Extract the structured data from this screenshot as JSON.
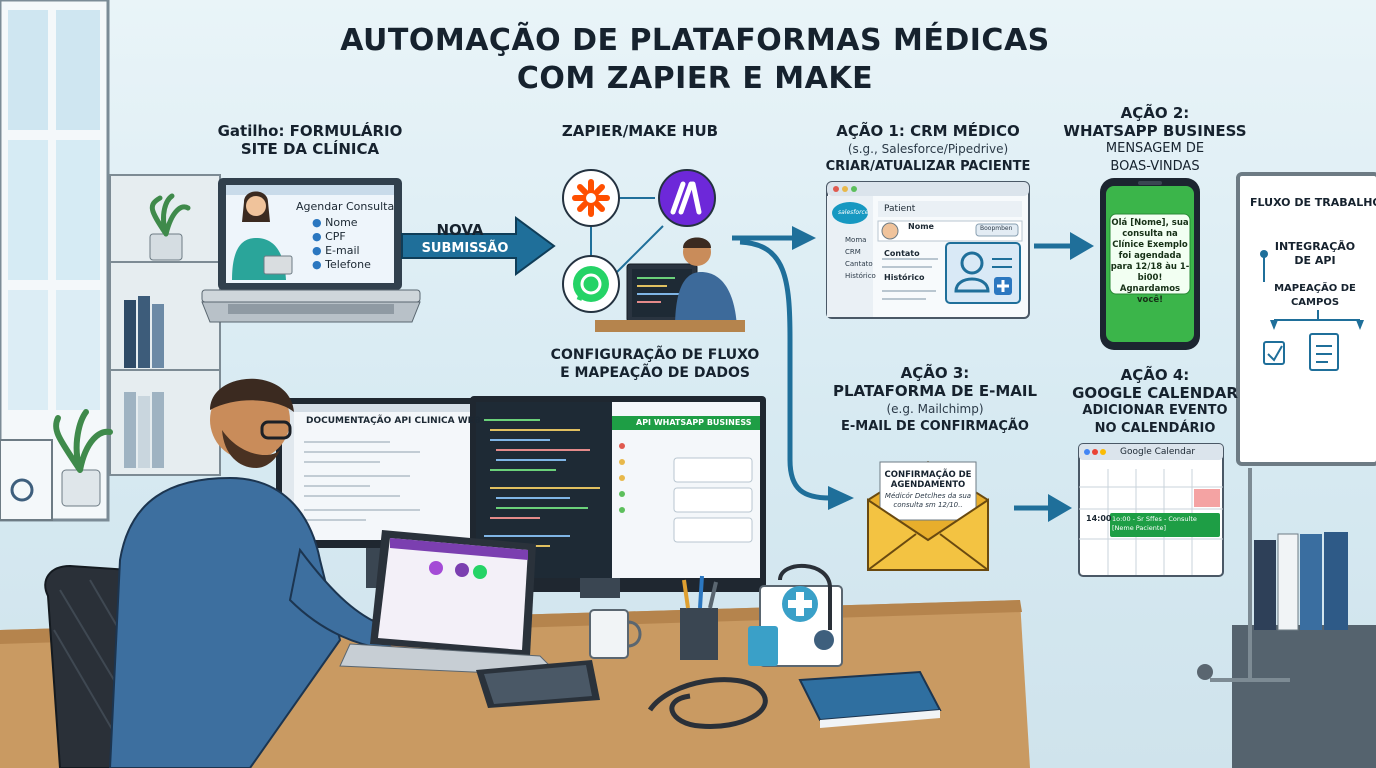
{
  "title": {
    "line1": "AUTOMAÇÃO DE PLATAFORMAS MÉDICAS",
    "line2": "COM ZAPIER E MAKE"
  },
  "trigger": {
    "label1": "Gatilho: FORMULÁRIO",
    "label2": "SITE DA CLÍNICA",
    "form_title": "Agendar Consulta",
    "fields": [
      "Nome",
      "CPF",
      "E-mail",
      "Telefone"
    ]
  },
  "arrow_nova": {
    "line1": "NOVA",
    "line2": "SUBMISSÃO"
  },
  "hub": {
    "label": "ZAPIER/MAKE HUB",
    "config1": "CONFIGURAÇÃO DE FLUXO",
    "config2": "E MAPEAÇÃO DE DADOS"
  },
  "action1": {
    "label1": "AÇÃO 1: CRM MÉDICO",
    "label2": "(s.g., Salesforce/Pipedrive)",
    "label3": "CRIAR/ATUALIZAR PACIENTE",
    "window_title": "Patient",
    "brand": "salesforce",
    "menu": [
      "Moma",
      "CRM",
      "Cantato",
      "Histórico"
    ],
    "field_nome": "Nome",
    "field_btn": "Boopmben",
    "field_contato": "Contato",
    "field_historico": "Histórico"
  },
  "action2": {
    "label1": "AÇÃO 2:",
    "label2": "WHATSAPP BUSINESS",
    "label3": "MENSAGEM DE",
    "label4": "BOAS-VINDAS",
    "message": "Olá [Nome], sua consulta na Clínice Exemplo foi agendada para 12/18 àu 1-bi00! Agnardamos você!"
  },
  "action3": {
    "label1": "AÇÃO 3:",
    "label2": "PLATAFORMA DE E-MAIL",
    "label3": "(e.g. Mailchimp)",
    "label4": "E-MAIL DE CONFIRMAÇÃO",
    "letter1": "CONFIRMAÇÃO DE",
    "letter2": "AGENDAMENTO",
    "letter3": "Médicór Detclhes da sua",
    "letter4": "consulta sm 12/10.."
  },
  "action4": {
    "label1": "AÇÃO 4:",
    "label2": "GOOGLE CALENDAR",
    "label3": "ADICIONAR EVENTO",
    "label4": "NO CALENDÁRIO",
    "window_title": "Google Calendar",
    "time": "14:00",
    "event1": "1o:00 - Sr Sffes - Consulte",
    "event2": "[Neme Paciente]"
  },
  "whiteboard": {
    "title": "FLUXO DE TRABALHO",
    "item1a": "INTEGRAÇÃO",
    "item1b": "DE API",
    "item2a": "MAPEAÇÃO DE",
    "item2b": "CAMPOS"
  },
  "monitors": {
    "left_title": "DOCUMENTAÇÃO API CLINICA WEB",
    "right_title": "API WHATSAPP BUSINESS"
  },
  "colors": {
    "arrow": "#1f6f9a",
    "zapier": "#ff4f00",
    "make": "#6d28d9",
    "whatsapp": "#25d366",
    "envelope": "#f3c342",
    "phone_screen": "#3bb54a"
  }
}
